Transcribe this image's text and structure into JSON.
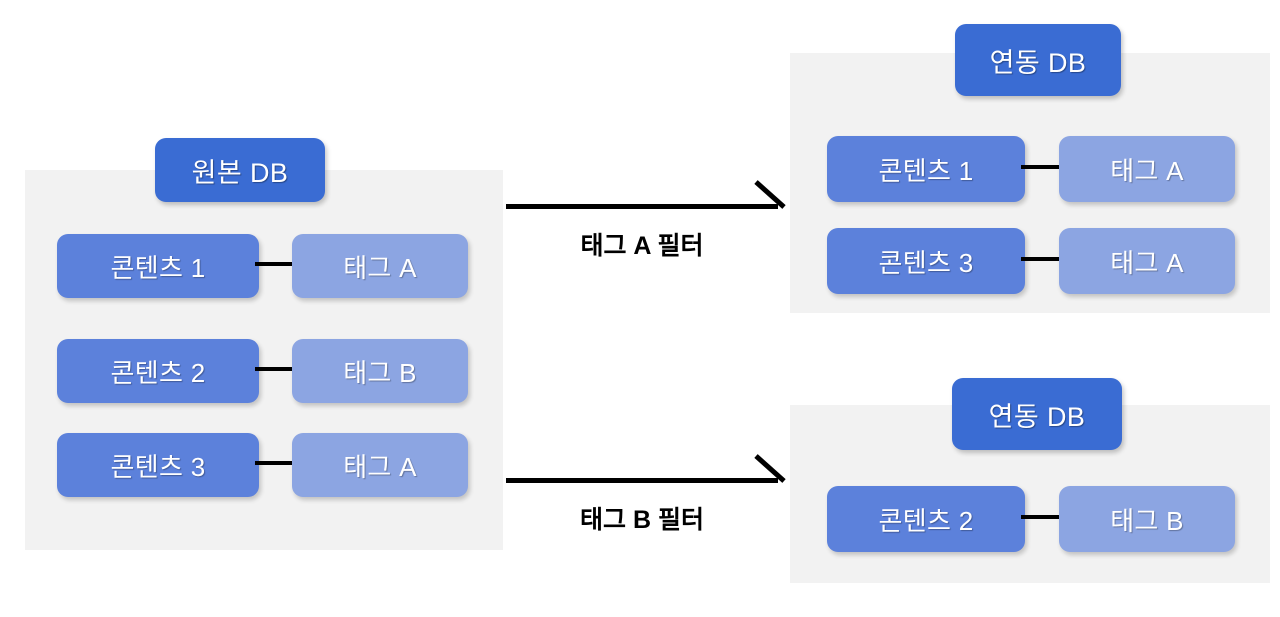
{
  "diagram": {
    "title": "Tag filter sync diagram",
    "colors": {
      "panel_bg": "#F2F2F2",
      "db_badge": "#3A6CD3",
      "content_box": "#5C81DB",
      "tag_box": "#8CA5E2",
      "connector": "#000000",
      "page_bg": "#FFFFFF"
    }
  },
  "source_panel": {
    "badge": "원본 DB",
    "rows": [
      {
        "content": "콘텐츠 1",
        "tag": "태그 A"
      },
      {
        "content": "콘텐츠 2",
        "tag": "태그 B"
      },
      {
        "content": "콘텐츠 3",
        "tag": "태그 A"
      }
    ]
  },
  "arrows": [
    {
      "label": "태그 A 필터"
    },
    {
      "label": "태그 B 필터"
    }
  ],
  "target_panels": [
    {
      "badge": "연동 DB",
      "rows": [
        {
          "content": "콘텐츠 1",
          "tag": "태그 A"
        },
        {
          "content": "콘텐츠 3",
          "tag": "태그 A"
        }
      ]
    },
    {
      "badge": "연동 DB",
      "rows": [
        {
          "content": "콘텐츠 2",
          "tag": "태그 B"
        }
      ]
    }
  ]
}
